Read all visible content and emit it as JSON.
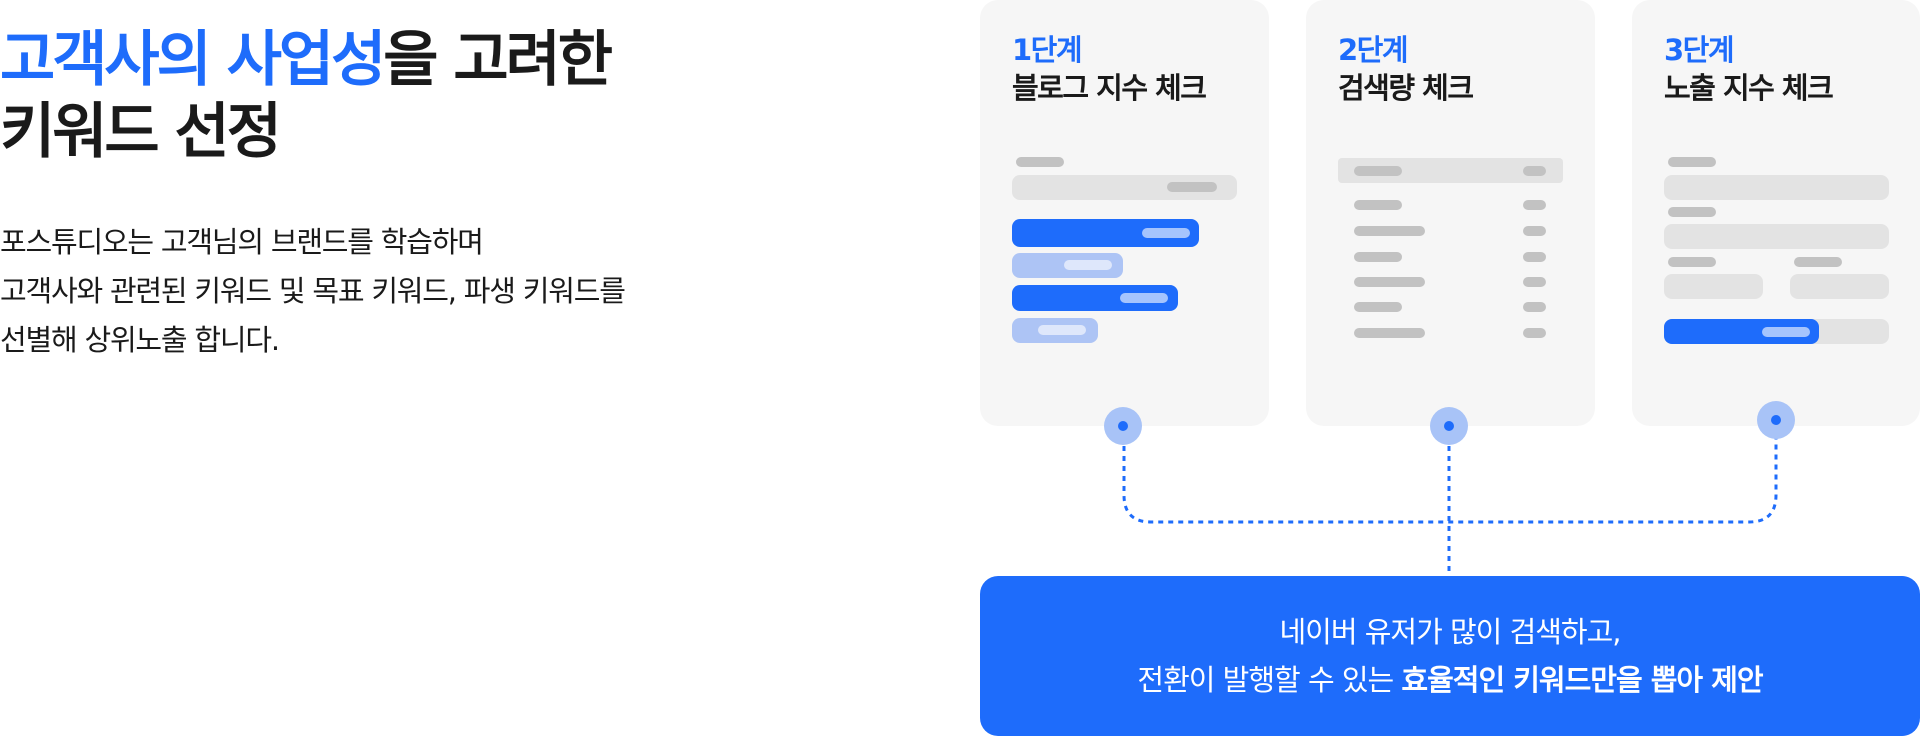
{
  "headline": {
    "accent": "고객사의 사업성",
    "rest": "을 고려한",
    "line2": "키워드 선정"
  },
  "description": [
    "포스튜디오는 고객님의 브랜드를 학습하며",
    "고객사와 관련된 키워드 및 목표 키워드, 파생 키워드를",
    "선별해 상위노출 합니다."
  ],
  "steps": [
    {
      "step": "1단계",
      "title": "블로그 지수 체크"
    },
    {
      "step": "2단계",
      "title": "검색량 체크"
    },
    {
      "step": "3단계",
      "title": "노출 지수 체크"
    }
  ],
  "banner": {
    "line1": "네이버 유저가 많이 검색하고,",
    "line2_plain": "전환이 발행할 수 있는 ",
    "line2_bold": "효율적인 키워드만을 뽑아 제안"
  },
  "colors": {
    "accent": "#1e6cfb",
    "card_bg": "#f6f6f6",
    "text": "#1a1a1a"
  }
}
